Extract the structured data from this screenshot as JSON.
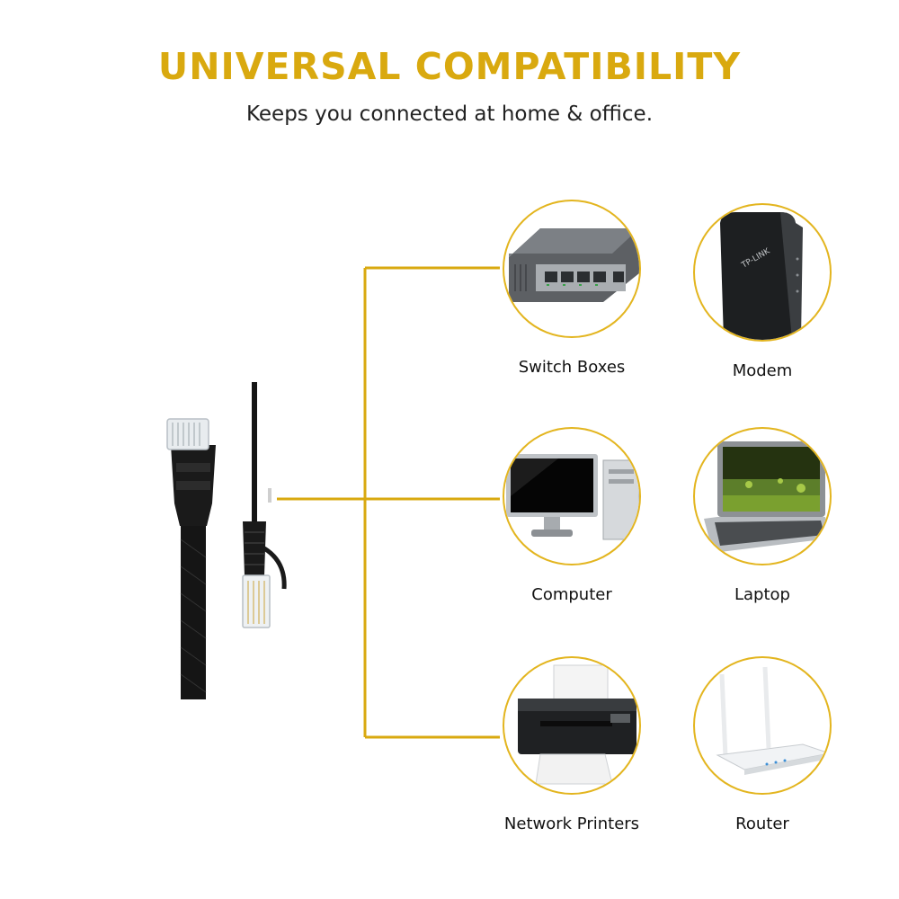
{
  "header": {
    "title": "UNIVERSAL COMPATIBILITY",
    "subtitle": "Keeps you connected at home & office."
  },
  "devices": [
    {
      "label": "Switch Boxes",
      "icon": "switch-box-icon"
    },
    {
      "label": "Modem",
      "icon": "modem-icon"
    },
    {
      "label": "Computer",
      "icon": "computer-icon"
    },
    {
      "label": "Laptop",
      "icon": "laptop-icon"
    },
    {
      "label": "Network Printers",
      "icon": "printer-icon"
    },
    {
      "label": "Router",
      "icon": "router-icon"
    }
  ],
  "modem_brand": "TP-LINK",
  "colors": {
    "accent": "#d9a90f",
    "ring": "#e3b51f",
    "cable": "#111111"
  }
}
